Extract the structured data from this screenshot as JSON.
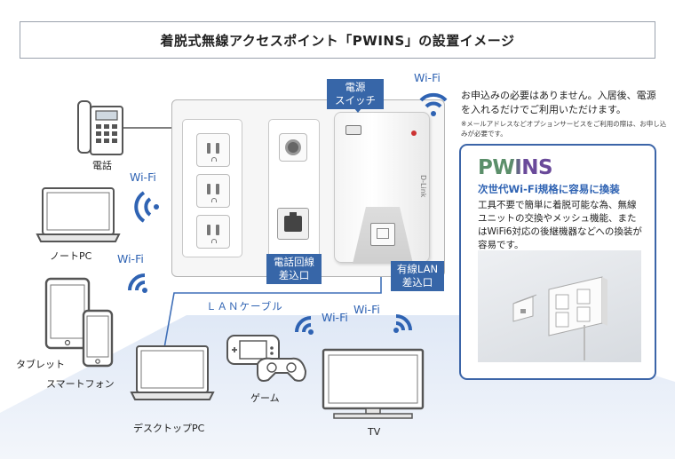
{
  "title": "着脱式無線アクセスポイント「PWINS」の設置イメージ",
  "labels": {
    "power_switch": [
      "電源",
      "スイッチ"
    ],
    "phone_port": [
      "電話回線",
      "差込口"
    ],
    "lan_port": [
      "有線LAN",
      "差込口"
    ],
    "lan_cable": "ＬＡＮケーブル",
    "wifi": "Wi-Fi",
    "brand_on_device": "D-Link"
  },
  "devices": {
    "telephone": "電話",
    "notebook_pc": "ノートPC",
    "tablet": "タブレット",
    "smartphone": "スマートフォン",
    "desktop_pc": "デスクトップPC",
    "game": "ゲーム",
    "tv": "TV"
  },
  "note": {
    "main": "お申込みの必要はありません。入居後、電源を入れるだけでご利用いただけます。",
    "small": "※メールアドレスなどオプションサービスをご利用の際は、お申し込みが必要です。"
  },
  "panel": {
    "logo": "PWINS",
    "subtitle": "次世代Wi-Fi規格に容易に換装",
    "description": "工具不要で簡単に着脱可能な為、無線ユニットの交換やメッシュ機能、またはWiFi6対応の後継機器などへの換装が容易です。"
  },
  "colors": {
    "accent_blue": "#2f63b3",
    "label_box": "#3766a8",
    "logo_green": "#5b8f6a",
    "logo_purple": "#6a4a9a"
  }
}
